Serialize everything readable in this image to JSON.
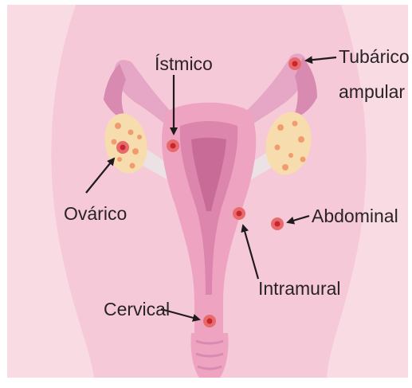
{
  "labels": {
    "istmico": "Ístmico",
    "tubarico_line1": "Tubárico o",
    "tubarico_line2": "ampular",
    "ovarico": "Ovárico",
    "abdominal": "Abdominal",
    "intramural": "Intramural",
    "cervical": "Cervical"
  },
  "colors": {
    "background": "#f9dbe4",
    "body_silhouette": "#f5c9d7",
    "uterus_wall": "#eea3c1",
    "uterus_cavity": "#dc85ad",
    "uterus_inner": "#c96b97",
    "ovary": "#f7dcae",
    "ovary_follicle": "#ef9d6e",
    "implant": "#e86a6c",
    "implant_core": "#c8262d",
    "ligament": "#ece2e6",
    "label_text": "#2a2326",
    "arrow": "#1f1a1c"
  },
  "icons": [
    "ectopic-implant-icon",
    "arrow-icon"
  ]
}
